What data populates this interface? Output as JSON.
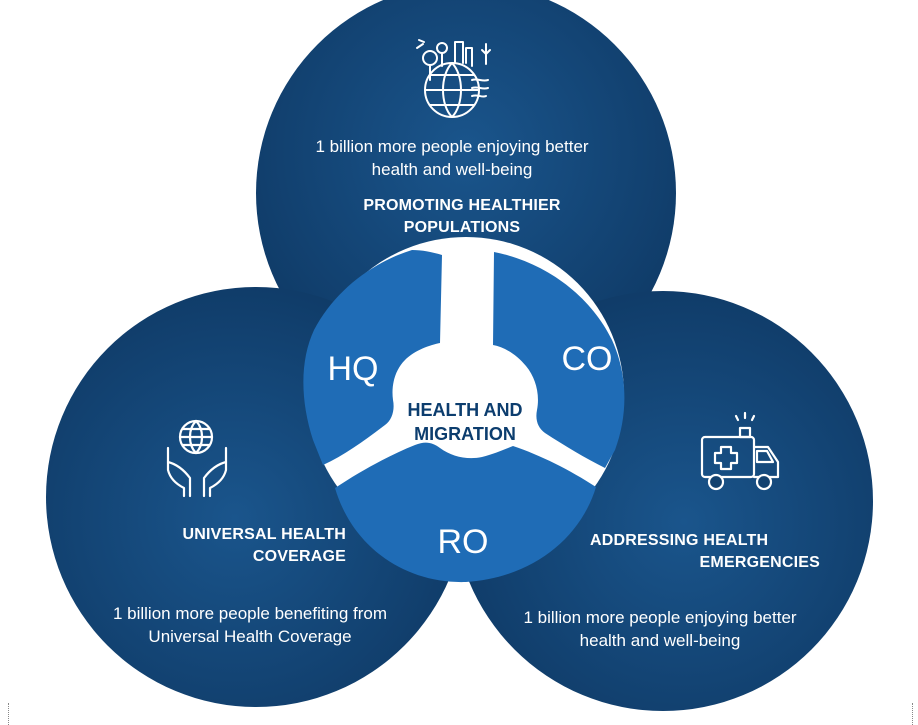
{
  "colors": {
    "circle_navy": "#12416f",
    "ring_blue": "#1f6cb6",
    "center_text": "#0c3d6e",
    "background": "#ffffff"
  },
  "top": {
    "icon": "globe-city-nature-icon",
    "desc_line1": "1 billion more people enjoying better",
    "desc_line2": "health and well-being",
    "title_line1": "PROMOTING HEALTHIER",
    "title_line2": "POPULATIONS"
  },
  "left": {
    "icon": "hands-globe-icon",
    "title_line1": "UNIVERSAL HEALTH",
    "title_line2": "COVERAGE",
    "desc_line1": "1 billion more people benefiting from",
    "desc_line2": "Universal Health Coverage"
  },
  "right": {
    "icon": "ambulance-icon",
    "title_line1": "ADDRESSING  HEALTH",
    "title_line2": "EMERGENCIES",
    "desc_line1": "1 billion more people enjoying better",
    "desc_line2": "health and well-being"
  },
  "ring": {
    "hq": "HQ",
    "co": "CO",
    "ro": "RO"
  },
  "center": {
    "line1": "HEALTH AND",
    "line2": "MIGRATION"
  }
}
